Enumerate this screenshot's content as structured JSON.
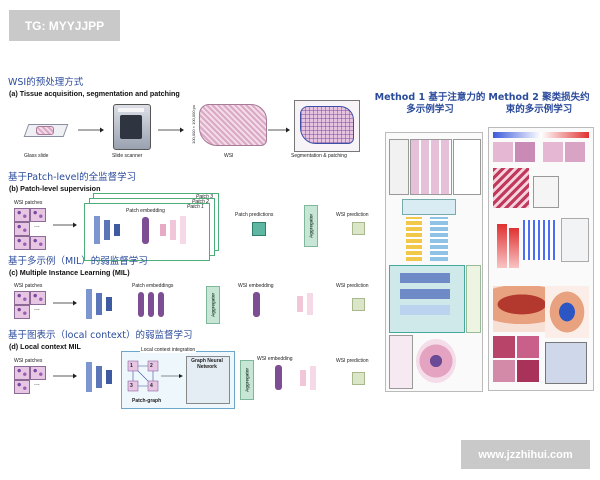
{
  "watermark_top": "TG: MYYJJPP",
  "watermark_bottom": "www.jzzhihui.com",
  "left": {
    "title_wsi": "WSI的预处理方式",
    "sec_a": "(a) Tissue acquisition, segmentation and patching",
    "a_labels": {
      "glass": "Glass slide",
      "scanner": "Slide scanner",
      "wsi": "WSI",
      "seg": "Segmentation & patching",
      "dim": "100,000 × 100,000 px"
    },
    "title_patch": "基于Patch-level的全监督学习",
    "sec_b": "(b) Patch-level supervision",
    "b_labels": {
      "patches": "WSI patches",
      "embed": "Patch embedding",
      "p1": "Patch 1",
      "p2": "Patch 2",
      "p3": "Patch 3",
      "pred": "Patch predictions",
      "agg": "Aggregator",
      "wsipred": "WSI prediction",
      "dots": "..."
    },
    "title_mil": "基于多示例（MIL）的弱监督学习",
    "sec_c": "(c) Multiple Instance Learning (MIL)",
    "c_labels": {
      "patches": "WSI patches",
      "embeds": "Patch embeddings",
      "agg": "Aggregator",
      "wsiemb": "WSI embedding",
      "wsipred": "WSI prediction",
      "dots": "..."
    },
    "title_graph": "基于图表示（local context）的弱监督学习",
    "sec_d": "(d) Local context MIL",
    "d_labels": {
      "patches": "WSI patches",
      "lci": "Local context integration",
      "gnn": "Graph Neural Network",
      "pg": "Patch-graph",
      "agg": "Aggregator",
      "wsiemb": "WSI embedding",
      "wsipred": "WSI prediction",
      "dots": "...",
      "n1": "1",
      "n2": "2",
      "n3": "3",
      "n4": "4"
    }
  },
  "right": {
    "method1": "Method 1 基于注意力的多示例学习",
    "method2": "Method 2 聚类损失约束的多示例学习"
  },
  "colors": {
    "heading": "#2b4b9b",
    "aggregator": "#c7e6d6",
    "output": "#dbe5c8",
    "embedding": "#5b76b8",
    "prediction": "#e7a9c4"
  },
  "icons": [
    "glass-slide-icon",
    "scanner-icon",
    "arrow-icon",
    "patch-grid-icon",
    "embedding-bars-icon"
  ]
}
